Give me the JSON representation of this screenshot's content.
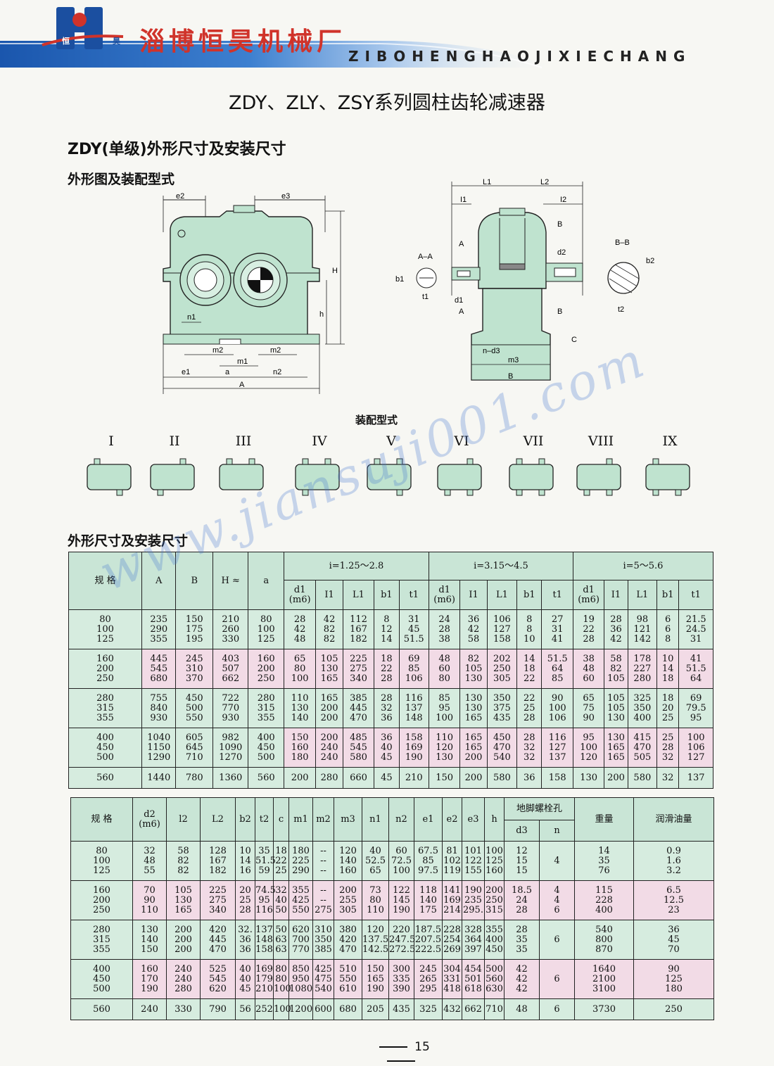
{
  "header": {
    "company_cn": "淄博恒昊机械厂",
    "company_en": "ZIBOHENGHAOJIXIECHANG",
    "logo_left": "恒",
    "logo_right": "昊"
  },
  "title": "ZDY、ZLY、ZSY系列圆柱齿轮减速器",
  "section_title": "ZDY(单级)外形尺寸及安装尺寸",
  "drawing_title": "外形图及装配型式",
  "drawing_labels": {
    "e2": "e2",
    "e3": "e3",
    "H": "H",
    "h": "h",
    "n1": "n1",
    "m2": "m2",
    "m1": "m1",
    "e1": "e1",
    "a": "a",
    "n2": "n2",
    "A": "A",
    "L1": "L1",
    "L2": "L2",
    "I1": "I1",
    "I2": "I2",
    "B": "B",
    "AA": "A–A",
    "BB": "B–B",
    "b1": "b1",
    "b2": "b2",
    "d1": "d1",
    "d2": "d2",
    "t1": "t1",
    "t2": "t2",
    "C": "C",
    "nd3": "n–d3",
    "m3": "m3",
    "Aarrow": "A"
  },
  "assembly_label": "装配型式",
  "assembly_types": [
    "I",
    "II",
    "III",
    "IV",
    "V",
    "VI",
    "VII",
    "VIII",
    "IX"
  ],
  "table_title": "外形尺寸及安装尺寸",
  "watermark": "www.jiansuji001.com",
  "table1": {
    "h_spec": "规 格",
    "h_A": "A",
    "h_B": "B",
    "h_H": "H\n≈",
    "h_a": "a",
    "g1": "i=1.25～2.8",
    "g2": "i=3.15～4.5",
    "g3": "i=5～5.6",
    "sub": [
      "d1\n(m6)",
      "I1",
      "L1",
      "b1",
      "t1"
    ],
    "rows": [
      [
        "80\n100\n125",
        "235\n290\n355",
        "150\n175\n195",
        "210\n260\n330",
        "80\n100\n125",
        "28\n42\n48",
        "42\n82\n82",
        "112\n167\n182",
        "8\n12\n14",
        "31\n45\n51.5",
        "24\n28\n38",
        "36\n42\n58",
        "106\n127\n158",
        "8\n8\n10",
        "27\n31\n41",
        "19\n22\n28",
        "28\n36\n42",
        "98\n121\n142",
        "6\n6\n8",
        "21.5\n24.5\n31"
      ],
      [
        "160\n200\n250",
        "445\n545\n680",
        "245\n310\n370",
        "403\n507\n662",
        "160\n200\n250",
        "65\n80\n100",
        "105\n130\n165",
        "225\n275\n340",
        "18\n22\n28",
        "69\n85\n106",
        "48\n60\n80",
        "82\n105\n130",
        "202\n250\n305",
        "14\n18\n22",
        "51.5\n64\n85",
        "38\n48\n60",
        "58\n82\n105",
        "178\n227\n280",
        "10\n14\n18",
        "41\n51.5\n64"
      ],
      [
        "280\n315\n355",
        "755\n840\n930",
        "450\n500\n550",
        "722\n770\n930",
        "280\n315\n355",
        "110\n130\n140",
        "165\n200\n200",
        "385\n445\n470",
        "28\n32\n36",
        "116\n137\n148",
        "85\n95\n100",
        "130\n130\n165",
        "350\n375\n435",
        "22\n25\n28",
        "90\n100\n106",
        "65\n75\n90",
        "105\n105\n130",
        "325\n350\n400",
        "18\n20\n25",
        "69\n79.5\n95"
      ],
      [
        "400\n450\n500",
        "1040\n1150\n1290",
        "605\n645\n710",
        "982\n1090\n1270",
        "400\n450\n500",
        "150\n160\n180",
        "200\n240\n240",
        "485\n545\n580",
        "36\n40\n45",
        "158\n169\n190",
        "110\n120\n130",
        "165\n165\n200",
        "450\n470\n540",
        "28\n32\n32",
        "116\n127\n137",
        "95\n100\n120",
        "130\n165\n165",
        "415\n470\n505",
        "25\n28\n32",
        "100\n106\n127"
      ],
      [
        "560",
        "1440",
        "780",
        "1360",
        "560",
        "200",
        "280",
        "660",
        "45",
        "210",
        "150",
        "200",
        "580",
        "36",
        "158",
        "130",
        "200",
        "580",
        "32",
        "137"
      ]
    ]
  },
  "table2": {
    "h": [
      "规 格",
      "d2\n(m6)",
      "l2",
      "L2",
      "b2",
      "t2",
      "c",
      "m1",
      "m2",
      "m3",
      "n1",
      "n2",
      "e1",
      "e2",
      "e3",
      "h"
    ],
    "h_bolt": "地脚螺栓孔",
    "h_d3": "d3",
    "h_n": "n",
    "h_weight": "重量",
    "h_oil": "润滑油量",
    "rows": [
      [
        "80\n100\n125",
        "32\n48\n55",
        "58\n82\n82",
        "128\n167\n182",
        "10\n14\n16",
        "35\n51.5\n59",
        "18\n22\n25",
        "180\n225\n290",
        "--\n--\n--",
        "120\n140\n160",
        "40\n52.5\n65",
        "60\n72.5\n100",
        "67.5\n85\n97.5",
        "81\n102\n119",
        "101\n122\n155",
        "100\n125\n160",
        "12\n15\n15",
        "4",
        "14\n35\n76",
        "0.9\n1.6\n3.2"
      ],
      [
        "160\n200\n250",
        "70\n90\n110",
        "105\n130\n165",
        "225\n275\n340",
        "20\n25\n28",
        "74.5\n95\n116",
        "32\n40\n50",
        "355\n425\n550",
        "--\n--\n275",
        "200\n255\n305",
        "73\n80\n110",
        "122\n145\n190",
        "118\n140\n175",
        "141\n169\n214",
        "190\n235\n295.",
        "200\n250\n315",
        "18.5\n24\n28",
        "4\n4\n6",
        "115\n228\n400",
        "6.5\n12.5\n23"
      ],
      [
        "280\n315\n355",
        "130\n140\n150",
        "200\n200\n200",
        "420\n445\n470",
        "32.\n36\n36",
        "137\n148\n158",
        "50\n63\n63",
        "620\n700\n770",
        "310\n350\n385",
        "380\n420\n470",
        "120\n137.5\n142.5",
        "220\n247.5\n272.5",
        "187.5\n207.5\n222.5",
        "228\n254\n269",
        "328\n364\n397",
        "355\n400\n450",
        "28\n35\n35",
        "6",
        "540\n800\n870",
        "36\n45\n70"
      ],
      [
        "400\n450\n500",
        "160\n170\n190",
        "240\n240\n280",
        "525\n545\n620",
        "40\n40\n45",
        "169\n179\n210",
        "80\n80\n100",
        "850\n950\n1080",
        "425\n475\n540",
        "510\n550\n610",
        "150\n165\n190",
        "300\n335\n390",
        "245\n265\n295",
        "304\n331\n418",
        "454\n501\n618",
        "500\n560\n630",
        "42\n42\n42",
        "6",
        "1640\n2100\n3100",
        "90\n125\n180"
      ],
      [
        "560",
        "240",
        "330",
        "790",
        "56",
        "252",
        "100",
        "1200",
        "600",
        "680",
        "205",
        "435",
        "325",
        "432",
        "662",
        "710",
        "48",
        "6",
        "3730",
        "250"
      ]
    ]
  },
  "page_number": "15",
  "colors": {
    "brand_red": "#d0332a",
    "band_blue": "#1f5fb4",
    "machine_green": "#bfe3cf",
    "table_green": "#c9e5d6",
    "table_pink": "#f2dbe6"
  }
}
